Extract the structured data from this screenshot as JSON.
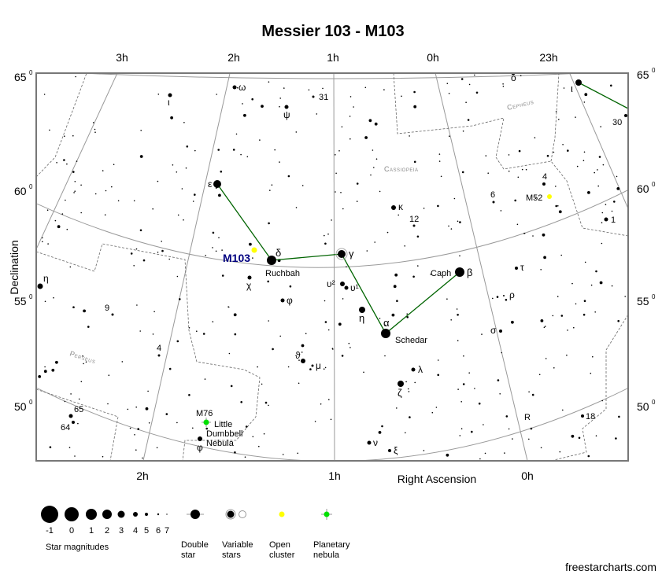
{
  "title": "Messier 103 - M103",
  "axes": {
    "ra_top": [
      "3h",
      "2h",
      "1h",
      "0h",
      "23h"
    ],
    "ra_bottom": [
      "2h",
      "1h",
      "0h"
    ],
    "dec_left": [
      "65",
      "60",
      "55",
      "50"
    ],
    "dec_right": [
      "65",
      "60",
      "55",
      "50"
    ],
    "degree_mark": "0",
    "xlabel": "Right Ascension",
    "ylabel": "Declination"
  },
  "constellations": [
    "Cepheus",
    "Cassiopeia",
    "Perseus"
  ],
  "target": {
    "label": "M103",
    "color": "#000080"
  },
  "stars": {
    "epsilon": "ε",
    "delta": "δ",
    "ruchbah": "Ruchbah",
    "gamma": "γ",
    "alpha": "α",
    "schedar": "Schedar",
    "beta": "β",
    "caph": "Caph",
    "kappa": "κ",
    "n12": "12",
    "eta": "η",
    "upsilon2": "υ²",
    "upsilon1": "υ¹",
    "chi": "χ",
    "phi": "φ",
    "psi": "ψ",
    "n31": "31",
    "omega": "ω",
    "iota": "ι",
    "theta": "ϑ",
    "mu": "μ",
    "lambda": "λ",
    "zeta": "ζ",
    "nu": "ν",
    "xi": "ξ",
    "omicron": "ο",
    "iota_cep": "ι",
    "n30": "30",
    "n4": "4",
    "n6": "6",
    "n1": "1",
    "tau": "τ",
    "rho": "ρ",
    "sigma": "σ",
    "R": "R",
    "n18": "18",
    "eta_per": "η",
    "n9": "9",
    "n4b": "4",
    "n65": "65",
    "n64": "64",
    "phi_per": "φ"
  },
  "objects": {
    "m52": "M52",
    "m76": "M76",
    "m76_name": [
      "Little",
      "Dumbbell",
      "Nebula"
    ]
  },
  "legend": {
    "magnitudes": [
      "-1",
      "0",
      "1",
      "2",
      "3",
      "4",
      "5",
      "6",
      "7"
    ],
    "magnitudes_label": "Star magnitudes",
    "double_star": [
      "Double",
      "star"
    ],
    "variable_stars": [
      "Variable",
      "stars"
    ],
    "open_cluster": [
      "Open",
      "cluster"
    ],
    "planetary_nebula": [
      "Planetary",
      "nebula"
    ]
  },
  "colors": {
    "open_cluster": "#ffff00",
    "planetary_nebula": "#00e000",
    "asterism": "#006400"
  },
  "credit": "freestarcharts.com"
}
